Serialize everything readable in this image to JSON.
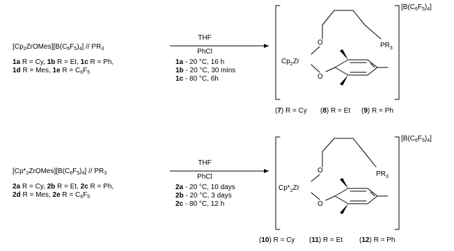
{
  "scheme_1": {
    "reactant": {
      "cp": "[Cp",
      "s2": "2",
      "zr": "ZrOMes][B(C",
      "s6": "6",
      "f": "F",
      "s5": "5",
      "p": ")",
      "s4": "4",
      "rest": "] // PR",
      "s3": "3"
    },
    "variants_line1": [
      {
        "id": "1a",
        "text": " R = Cy, "
      },
      {
        "id": "1b",
        "text": " R = Et, "
      },
      {
        "id": "1c",
        "text": " R = Ph,"
      }
    ],
    "variants_line2": [
      {
        "id": "1d",
        "text": " R = Mes, "
      },
      {
        "id": "1e",
        "text": " R = C"
      }
    ],
    "arrow_above": "THF",
    "arrow_below": "PhCl",
    "conditions": [
      {
        "id": "1a",
        "text": " - 20 °C, 16 h"
      },
      {
        "id": "1b",
        "text": " - 20 °C, 30 mins"
      },
      {
        "id": "1c",
        "text": " - 80 °C, 6h"
      }
    ],
    "metal_label": "Cp",
    "metal_label_after": "Zr",
    "products": [
      {
        "id": "7",
        "text": " R = Cy"
      },
      {
        "id": "8",
        "text": " R = Et"
      },
      {
        "id": "9",
        "text": " R = Ph"
      }
    ]
  },
  "scheme_2": {
    "reactant_prefix": "[Cp*",
    "variants_line1": [
      {
        "id": "2a",
        "text": " R = Cy, "
      },
      {
        "id": "2b",
        "text": " R = Et, "
      },
      {
        "id": "2c",
        "text": " R = Ph,"
      }
    ],
    "variants_line2": [
      {
        "id": "2d",
        "text": " R = Mes, "
      },
      {
        "id": "2e",
        "text": " R = C"
      }
    ],
    "arrow_above": "THF",
    "arrow_below": "PhCl",
    "conditions": [
      {
        "id": "2a",
        "text": " - 20 °C, 10 days"
      },
      {
        "id": "2b",
        "text": " - 20 °C, 3 days"
      },
      {
        "id": "2c",
        "text": " - 80 °C, 12 h"
      }
    ],
    "metal_label": "Cp*",
    "metal_label_after": "Zr",
    "products": [
      {
        "id": "10",
        "text": " R = Cy"
      },
      {
        "id": "11",
        "text": " R = Et"
      },
      {
        "id": "12",
        "text": " R = Ph"
      }
    ]
  },
  "common": {
    "counterion": "[B(C",
    "phosphonium": "PR",
    "oxygen": "O",
    "sub2": "2",
    "sub3": "3",
    "sub4": "4",
    "sub5": "5",
    "sub6": "6",
    "f": "F",
    "close": ")",
    "closeb": "]",
    "c6f5_tail": "F"
  }
}
